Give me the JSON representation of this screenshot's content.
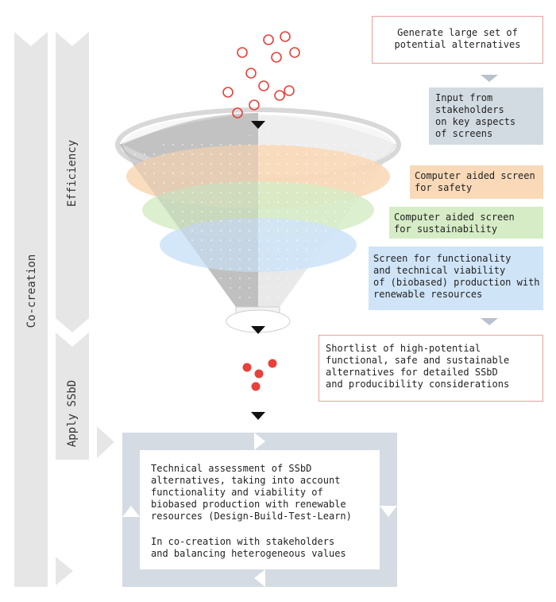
{
  "side_labels": {
    "cocreation": "Co-creation",
    "efficiency": "Efficiency",
    "apply": "Apply SSbD"
  },
  "steps": {
    "generate": "Generate large set of\npotential alternatives",
    "stakeholders": "Input from\nstakeholders\non key aspects\nof screens",
    "safety": "Computer aided screen\nfor safety",
    "sustainability": "Computer aided screen\nfor sustainability",
    "functionality": "Screen for functionality\nand technical viability\nof (biobased) production with\nrenewable resources",
    "shortlist": "Shortlist of high-potential\nfunctional, safe and sustainable\nalternatives for detailed SSbD\nand producibility considerations"
  },
  "assessment": {
    "line1": "Technical assessment of SSbD\nalternatives, taking into account\nfunctionality and viability of\nbiobased production with renewable\nresources (Design-Build-Test-Learn)",
    "line2": "In co-creation with stakeholders\nand balancing heterogeneous values"
  },
  "colors": {
    "safety": "#f9d9b8",
    "sustainability": "#d6ecc6",
    "functionality": "#cfe4f7",
    "stakeholder": "#d3dbe2",
    "chevron": "#e3e3e3",
    "frame": "#d4dbe2",
    "particle": "#e8403a"
  }
}
